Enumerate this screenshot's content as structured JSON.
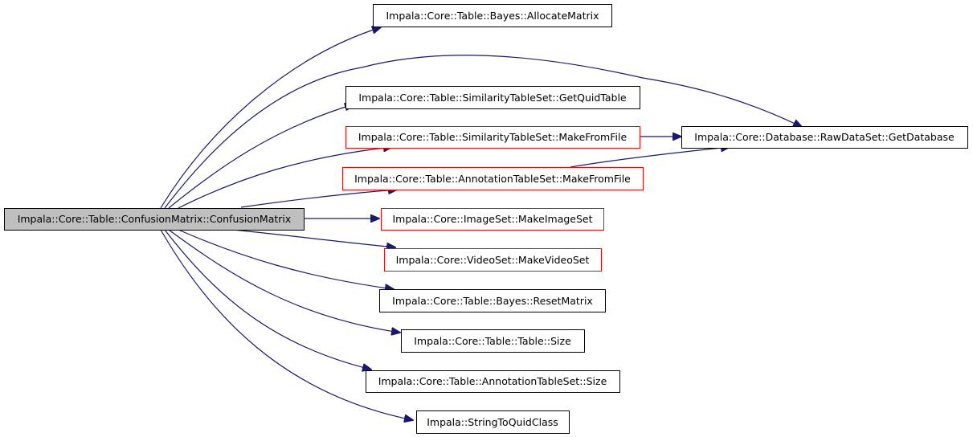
{
  "diagram": {
    "nodes": {
      "root": {
        "label": "Impala::Core::Table::ConfusionMatrix::ConfusionMatrix",
        "state": "selected"
      },
      "allocate": {
        "label": "Impala::Core::Table::Bayes::AllocateMatrix",
        "state": "normal"
      },
      "getquid": {
        "label": "Impala::Core::Table::SimilarityTableSet::GetQuidTable",
        "state": "normal"
      },
      "simmake": {
        "label": "Impala::Core::Table::SimilarityTableSet::MakeFromFile",
        "state": "truncated"
      },
      "annmake": {
        "label": "Impala::Core::Table::AnnotationTableSet::MakeFromFile",
        "state": "truncated"
      },
      "getdb": {
        "label": "Impala::Core::Database::RawDataSet::GetDatabase",
        "state": "normal"
      },
      "imageset": {
        "label": "Impala::Core::ImageSet::MakeImageSet",
        "state": "truncated"
      },
      "videoset": {
        "label": "Impala::Core::VideoSet::MakeVideoSet",
        "state": "truncated"
      },
      "reset": {
        "label": "Impala::Core::Table::Bayes::ResetMatrix",
        "state": "normal"
      },
      "tablesize": {
        "label": "Impala::Core::Table::Table::Size",
        "state": "normal"
      },
      "annsize": {
        "label": "Impala::Core::Table::AnnotationTableSet::Size",
        "state": "normal"
      },
      "quidclass": {
        "label": "Impala::StringToQuidClass",
        "state": "normal"
      }
    },
    "edges": [
      {
        "from": "root",
        "to": "allocate"
      },
      {
        "from": "root",
        "to": "getdb"
      },
      {
        "from": "root",
        "to": "getquid"
      },
      {
        "from": "root",
        "to": "simmake"
      },
      {
        "from": "root",
        "to": "annmake"
      },
      {
        "from": "root",
        "to": "imageset"
      },
      {
        "from": "root",
        "to": "videoset"
      },
      {
        "from": "root",
        "to": "reset"
      },
      {
        "from": "root",
        "to": "tablesize"
      },
      {
        "from": "root",
        "to": "annsize"
      },
      {
        "from": "root",
        "to": "quidclass"
      },
      {
        "from": "simmake",
        "to": "getdb"
      },
      {
        "from": "annmake",
        "to": "getdb"
      }
    ],
    "colors": {
      "edge": "#191970",
      "selected_fill": "#bfbfbf",
      "normal_border": "#000000",
      "truncated_border": "#ff0000",
      "background": "#ffffff"
    }
  }
}
